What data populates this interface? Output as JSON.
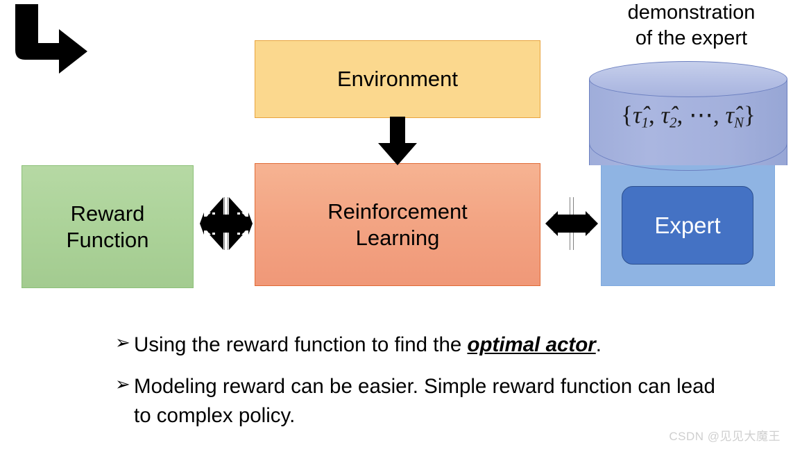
{
  "diagram": {
    "title_block": {
      "demonstration_title_line1": "demonstration",
      "demonstration_title_line2": "of the expert"
    },
    "nodes": {
      "environment": {
        "label": "Environment",
        "color": "#FBD88E",
        "border": "#E8A33D"
      },
      "reinforcement_learning": {
        "label_line1": "Reinforcement",
        "label_line2": "Learning",
        "color": "#F3A584",
        "border": "#E06A35"
      },
      "reward_function": {
        "label_line1": "Reward",
        "label_line2": "Function",
        "color": "#ABD298",
        "border": "#8CC078"
      },
      "expert": {
        "label": "Expert",
        "color": "#4472C4",
        "text_color": "#FFFFFF"
      },
      "expert_panel": {
        "color": "#8FB4E3"
      },
      "trajectory_store": {
        "open_brace": "{",
        "close_brace": "}",
        "tau_symbol": "τ̂",
        "items": [
          "1",
          "2",
          "N"
        ],
        "ellipsis": "⋯",
        "comma": ",",
        "full_text": "{τ̂1, τ̂2, ⋯, τ̂N}",
        "color": "#A8B4DE"
      }
    },
    "connectors": [
      {
        "name": "environment-to-rl",
        "kind": "down-arrow",
        "color": "#000000"
      },
      {
        "name": "reward-function-to-rl",
        "kind": "four-way-arrow",
        "color": "#000000"
      },
      {
        "name": "rl-to-expert",
        "kind": "four-way-arrow",
        "color": "#000000"
      },
      {
        "name": "reward-function-to-bullets",
        "kind": "elbow-arrow",
        "color": "#000000"
      }
    ]
  },
  "bullets": [
    {
      "marker": "➢",
      "prefix": "Using the reward function to find the ",
      "emphasis": "optimal actor",
      "suffix": "."
    },
    {
      "marker": "➢",
      "prefix": "Modeling reward can be easier. Simple reward function can lead to complex policy.",
      "emphasis": "",
      "suffix": ""
    }
  ],
  "watermark": {
    "text": "CSDN @见见大魔王"
  }
}
